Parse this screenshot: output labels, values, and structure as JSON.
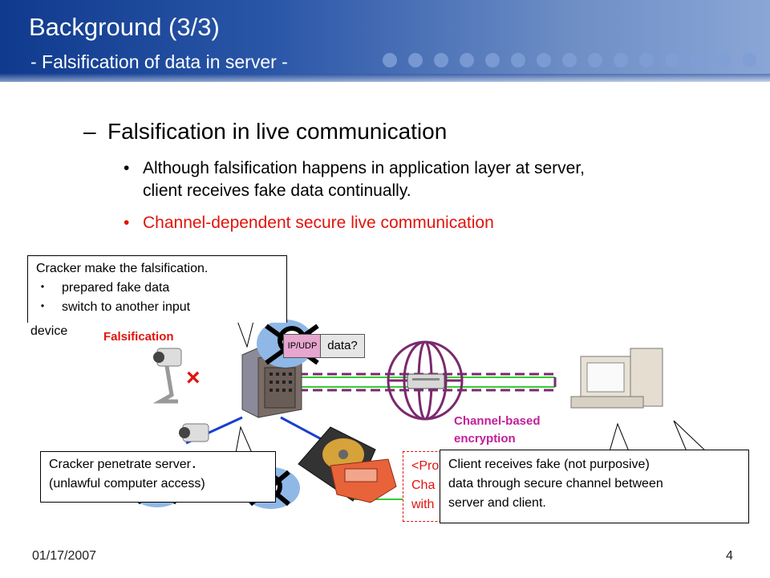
{
  "slide": {
    "title": "Background (3/3)",
    "subtitle": "- Falsification of data in server -",
    "bullet_main": "Falsification in live communication",
    "bullet_main_dash": "–",
    "sub_bullets": [
      {
        "text_line1": "Although falsification happens in application layer at server,",
        "text_line2": "client receives fake data continually.",
        "color": "#000000"
      },
      {
        "text_line1": "Channel-dependent secure live communication",
        "text_line2": "",
        "color": "#e0140c"
      }
    ],
    "bullet_char": "•"
  },
  "diagram": {
    "callout_cracker": {
      "line1": "Cracker make the falsification.",
      "line2": "・　prepared fake data",
      "line3": "・　switch to another input",
      "line4": "device"
    },
    "falsification_label": "Falsification",
    "ip_udp_label": "IP/UDP",
    "data_label": "data?",
    "x_mark": "×",
    "channel_label_line1": "Channel-based",
    "channel_label_line2": "encryption",
    "callout_penetrate": {
      "line1": "Cracker penetrate server．",
      "line2": "(unlawful computer access)"
    },
    "pro_box": {
      "line1": "<Pro",
      "line2": "Cha",
      "line3": "with"
    },
    "callout_client": {
      "line1": "Client receives fake (not purposive)",
      "line2": "data through secure channel between",
      "line3": "server and client."
    },
    "colors": {
      "red": "#e0140c",
      "magenta": "#c21f9a",
      "green": "#33cc33",
      "purple": "#7a2a6e",
      "blue": "#1a3fd0"
    }
  },
  "footer": {
    "date": "01/17/2007",
    "page": "4"
  }
}
